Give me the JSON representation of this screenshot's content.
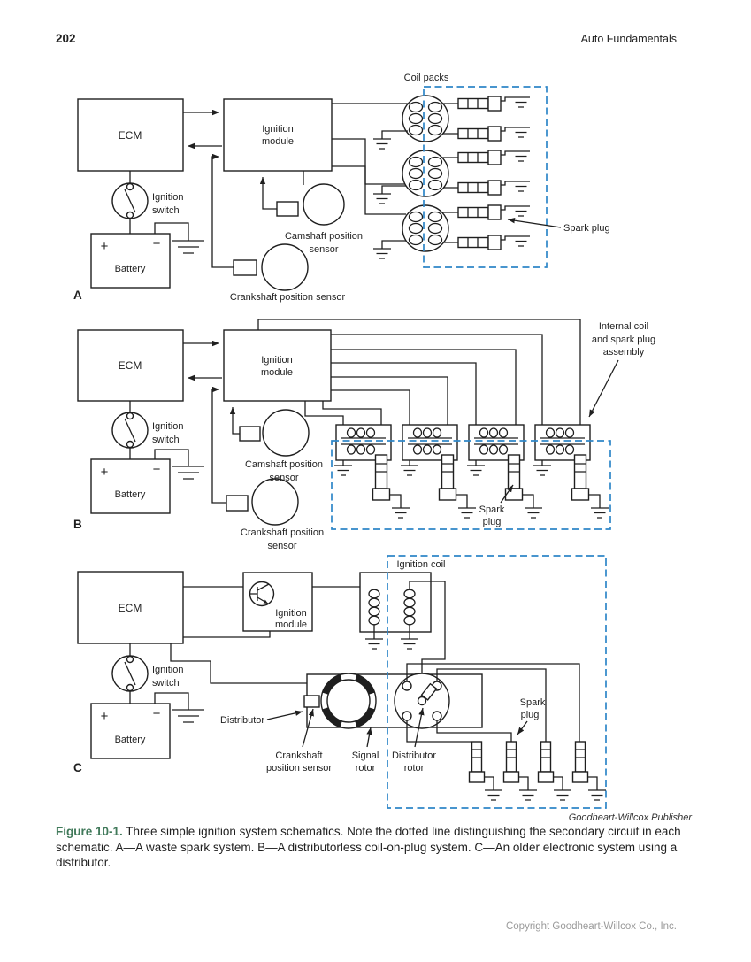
{
  "page": {
    "number": "202",
    "book_title": "Auto Fundamentals"
  },
  "labels": {
    "ecm": "ECM",
    "ignition": "Ignition",
    "module": "module",
    "switch": "switch",
    "battery": "Battery",
    "plus": "+",
    "minus": "−",
    "camshaft_position": "Camshaft position",
    "crankshaft_position": "Crankshaft position",
    "sensor": "sensor",
    "spark": "Spark",
    "plug": "plug",
    "spark_plug": "Spark plug"
  },
  "diagram_a": {
    "tag": "A",
    "coil_packs": "Coil packs",
    "crankshaft_position_sensor": "Crankshaft position sensor"
  },
  "diagram_b": {
    "tag": "B",
    "internal_coil_note_1": "Internal coil",
    "internal_coil_note_2": "and spark plug",
    "internal_coil_note_3": "assembly"
  },
  "diagram_c": {
    "tag": "C",
    "ignition_coil": "Ignition coil",
    "distributor": "Distributor",
    "signal": "Signal",
    "rotor": "rotor",
    "crankshaft": "Crankshaft",
    "position_sensor": "position sensor"
  },
  "credit": "Goodheart-Willcox Publisher",
  "caption": {
    "figure_label": "Figure 10-1.",
    "text": " Three simple ignition system schematics. Note the dotted line distinguishing the secondary circuit in each schematic. A—A waste spark system. B—A distributorless coil-on-plug system. C—An older electronic system using a distributor."
  },
  "footer": {
    "copyright": "Copyright Goodheart-Willcox Co., Inc."
  },
  "colors": {
    "secondary_dash_blue": "#2e86c8",
    "figure_label_green": "#40795a",
    "ink": "#1f1f1f"
  }
}
